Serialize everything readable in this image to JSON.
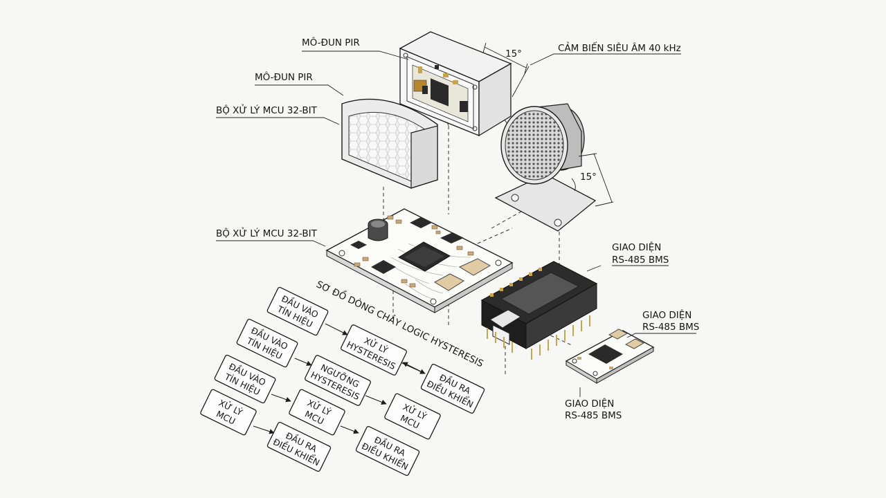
{
  "labels": {
    "pir_top": "MÔ-ĐUN PIR",
    "pir_mid": "MÔ-ĐUN PIR",
    "mcu_top": "BỘ XỬ LÝ MCU 32-BIT",
    "mcu_board": "BỘ XỬ LÝ MCU 32-BIT",
    "ultrasonic": "CẢM BIẾN SIÊU ÂM 40 kHz",
    "angle_top": "15°",
    "angle_side": "15°",
    "rs485_a_line1": "GIAO DIỆN",
    "rs485_a_line2": "RS-485 BMS",
    "rs485_b_line1": "GIAO DIỆN",
    "rs485_b_line2": "RS-485 BMS",
    "rs485_c_line1": "GIAO DIỆN",
    "rs485_c_line2": "RS-485 BMS"
  },
  "flow": {
    "title": "SƠ ĐỒ DÒNG CHẢY LOGIC HYSTERESIS",
    "boxes": [
      {
        "id": "b1",
        "lines": [
          "ĐẦU VÀO",
          "TÍN HIỆU"
        ]
      },
      {
        "id": "b2",
        "lines": [
          "ĐẦU VÀO",
          "TÍN HIỆU"
        ]
      },
      {
        "id": "b3",
        "lines": [
          "ĐẦU VÀO",
          "TÍN HIỆU"
        ]
      },
      {
        "id": "b4",
        "lines": [
          "XỬ LÝ",
          "MCU"
        ]
      },
      {
        "id": "b5",
        "lines": [
          "XỬ LÝ",
          "HYSTERESIS"
        ]
      },
      {
        "id": "b6",
        "lines": [
          "NGƯỠNG",
          "HYSTERESIS"
        ]
      },
      {
        "id": "b7",
        "lines": [
          "XỬ LÝ",
          "MCU"
        ]
      },
      {
        "id": "b8",
        "lines": [
          "ĐẦU RA",
          "ĐIỀU KHIỂN"
        ]
      },
      {
        "id": "b9",
        "lines": [
          "ĐẦU RA",
          "ĐIỀU KHIỂN"
        ]
      },
      {
        "id": "b10",
        "lines": [
          "XỬ LÝ",
          "MCU"
        ]
      },
      {
        "id": "b11",
        "lines": [
          "ĐẦU RA",
          "ĐIỀU KHIỂN"
        ]
      }
    ]
  },
  "colors": {
    "ink": "#1c1c1c",
    "chip": "#2a2a2a",
    "gold": "#c9a54a",
    "tan": "#c8a77a",
    "metal": "#bdbdbd"
  }
}
